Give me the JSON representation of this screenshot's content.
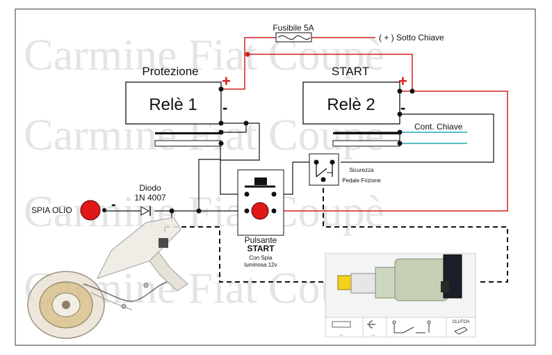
{
  "watermark": "Carmine Fiat Coupè",
  "labels": {
    "fuse": "Fusibile 5A",
    "supply": "( + ) Sotto Chiave",
    "relay1_title": "Protezione",
    "relay1_name": "Relè 1",
    "relay2_title": "START",
    "relay2_name": "Relè 2",
    "plus": "+",
    "minus": "-",
    "cont_chiave": "Cont. Chiave",
    "safety_line1": "Sicurezza",
    "safety_line2": "Pedale Frizione",
    "diode_line1": "Diodo",
    "diode_line2": "1N 4007",
    "oil_lamp": "SPIA OLIO",
    "button_line1": "Pulsante",
    "button_line2": "START",
    "button_line3": "Con Spia",
    "button_line4": "luminosa 12v",
    "clutch_tag": "CLUTCH",
    "dots": "..."
  },
  "colors": {
    "positive_wire": "#d62020",
    "ground_wire": "#111111",
    "signal_wire": "#23a6b8",
    "lamp": "#e01818",
    "frame": "#2a2a2a"
  }
}
